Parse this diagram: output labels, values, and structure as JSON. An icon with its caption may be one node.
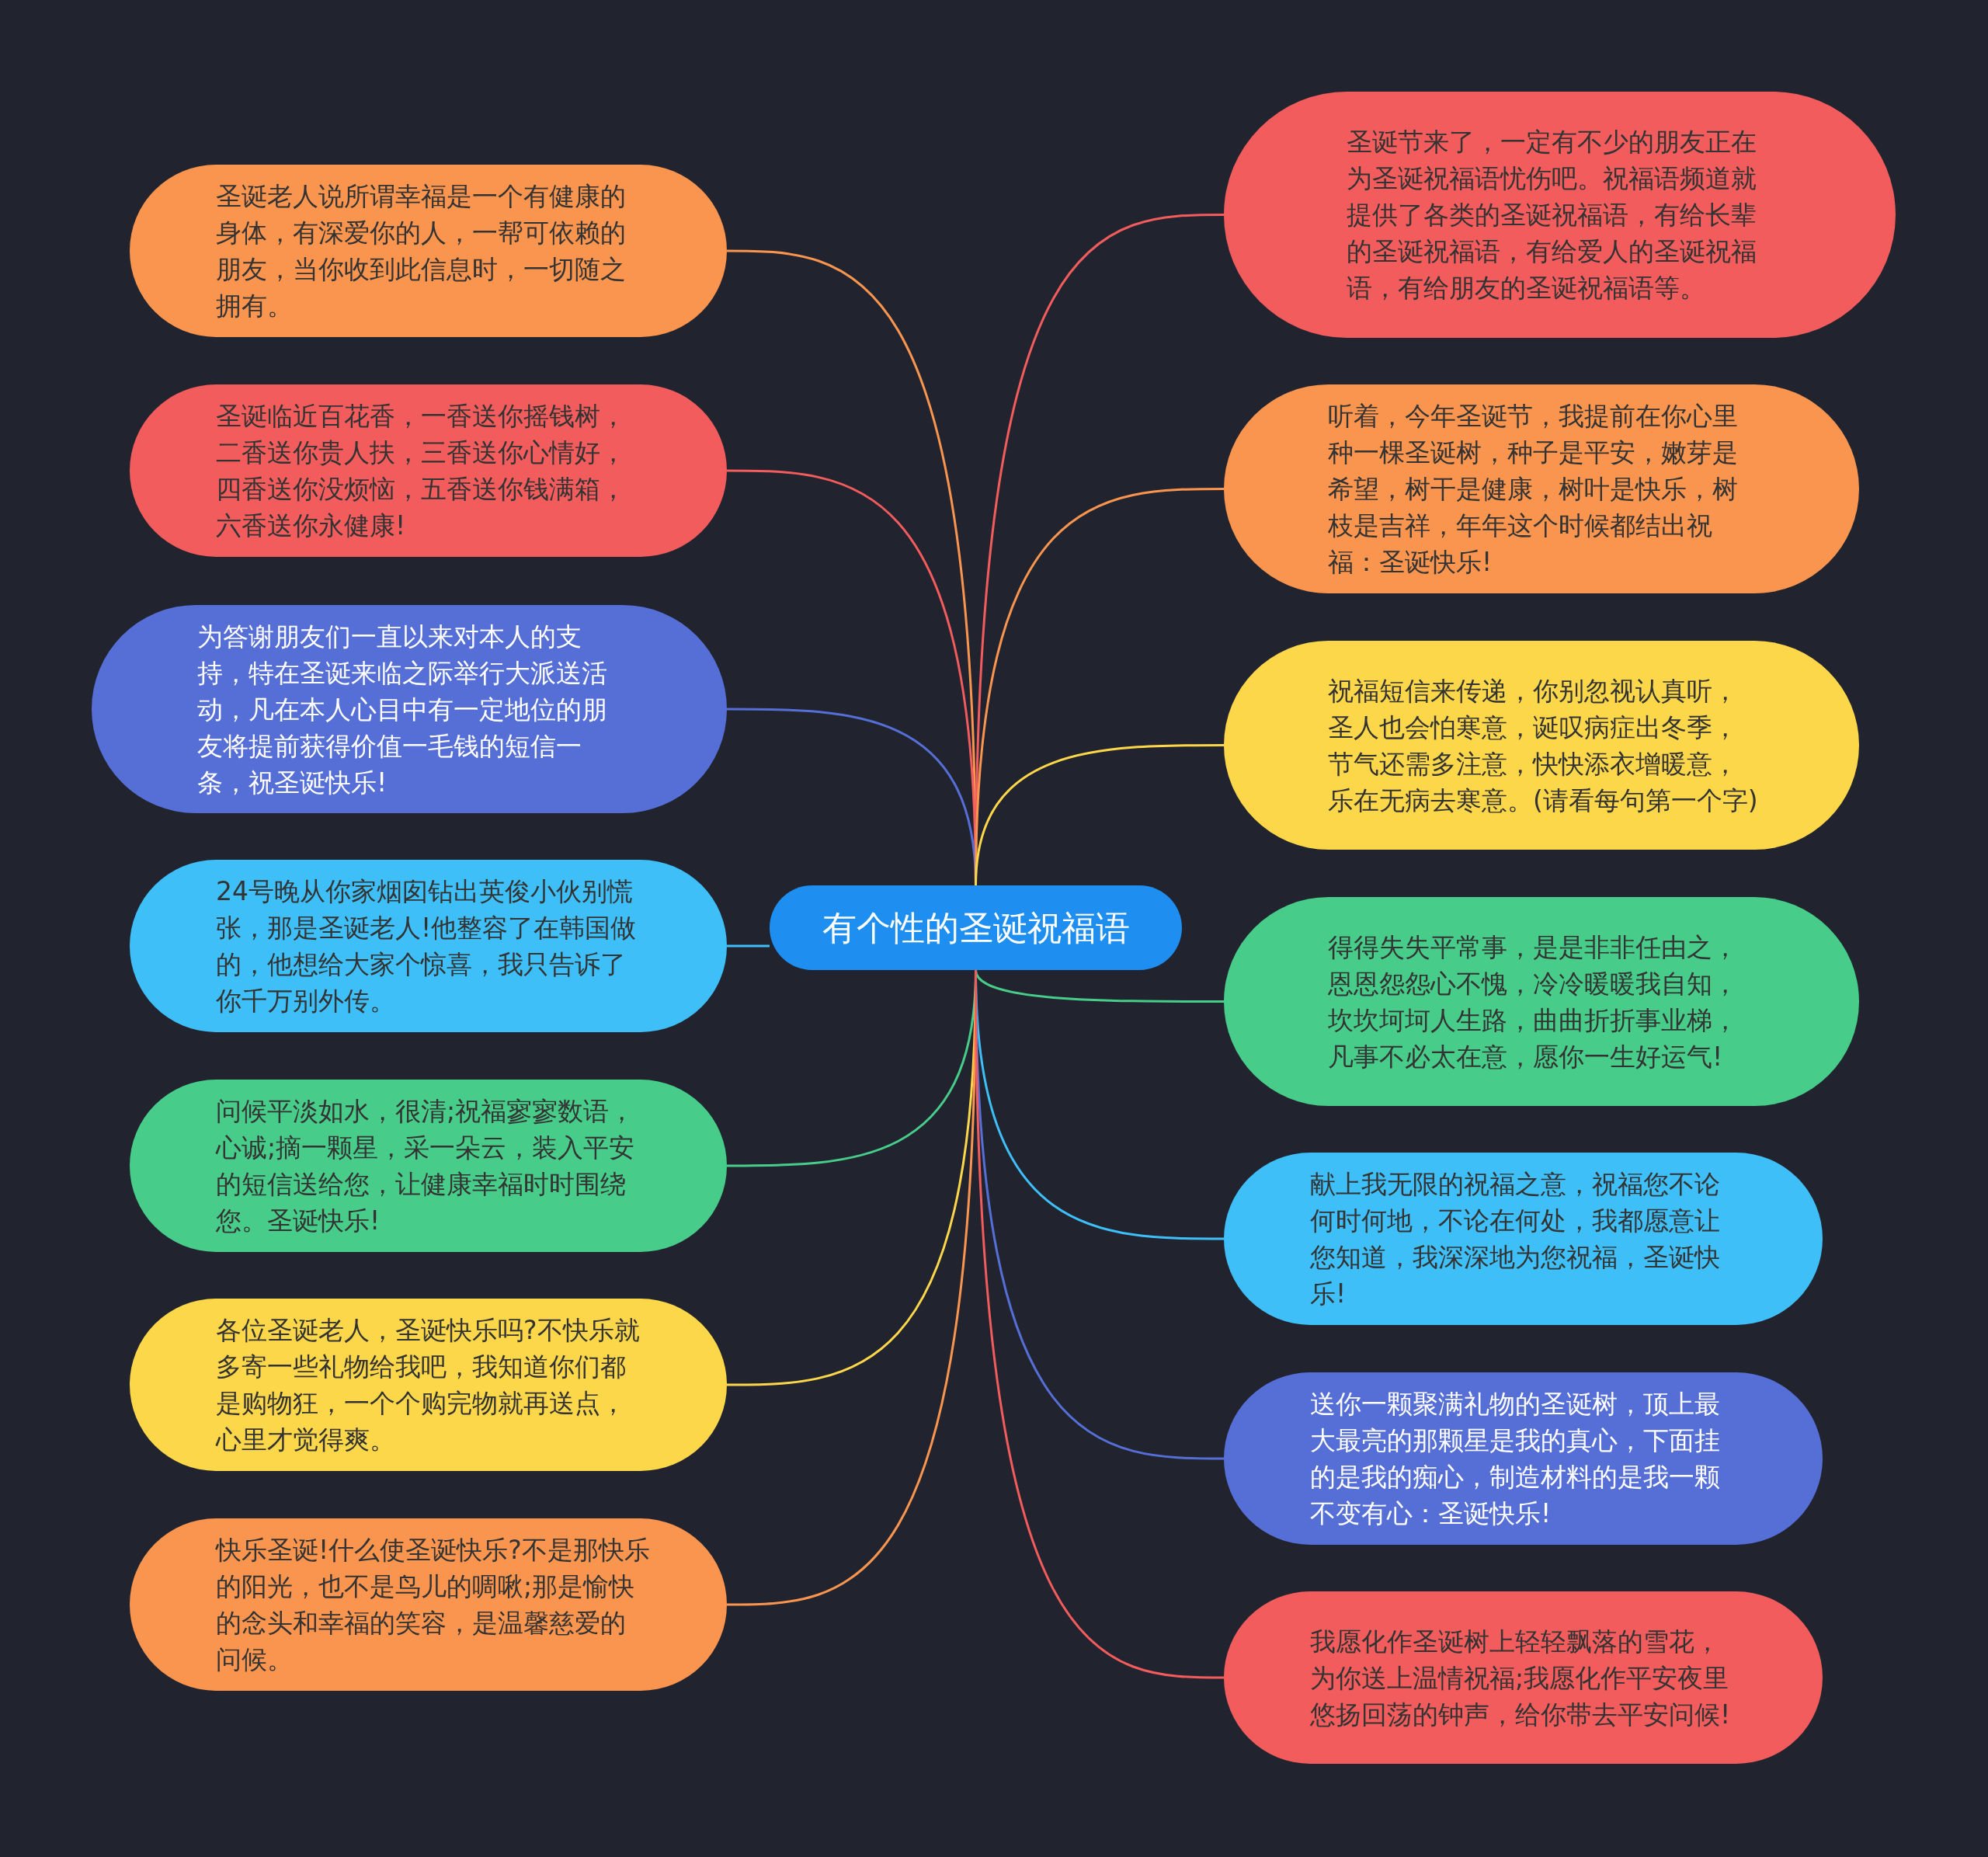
{
  "diagram": {
    "nodes": [
      {
        "text": [
          "有个性的圣诞祝福语"
        ]
      },
      {
        "text": [
          "圣诞老人说所谓幸福是一个有健康的身体，有深爱你的人，一帮可依赖的朋友，当你收到此信息时，一切随之拥有。"
        ]
      },
      {
        "text": [
          "圣诞临近百花香，一香送你摇钱树，二香送你贵人扶，三香送你心情好，四香送你没烦恼，五香送你钱满箱，六香送你永健康!"
        ]
      },
      {
        "text": [
          "为答谢朋友们一直以来对本人的支持，特在圣诞来临之际举行大派送活动，凡在本人心目中有一定地位的朋友将提前获得价值一毛钱的短信一条，祝圣诞快乐!"
        ]
      },
      {
        "text": [
          "24号晚从你家烟囱钻出英俊小伙别慌张，那是圣诞老人!他整容了在韩国做的，他想给大家个惊喜，我只告诉了你千万别外传。"
        ]
      },
      {
        "text": [
          "问候平淡如水，很清;祝福寥寥数语，心诚;摘一颗星，采一朵云，装入平安的短信送给您，让健康幸福时时围绕您。圣诞快乐!"
        ]
      },
      {
        "text": [
          "各位圣诞老人，圣诞快乐吗?不快乐就多寄一些礼物给我吧，我知道你们都是购物狂，一个个购完物就再送点，心里才觉得爽。"
        ]
      },
      {
        "text": [
          "快乐圣诞!什么使圣诞快乐?不是那快乐的阳光，也不是鸟儿的啁啾;那是愉快的念头和幸福的笑容，是温馨慈爱的问候。"
        ]
      },
      {
        "text": [
          "圣诞节来了，一定有不少的朋友正在为圣诞祝福语忧伤吧。祝福语频道就提供了各类的圣诞祝福语，有给长辈的圣诞祝福语，有给爱人的圣诞祝福语，有给朋友的圣诞祝福语等。"
        ]
      },
      {
        "text": [
          "听着，今年圣诞节，我提前在你心里种一棵圣诞树，种子是平安，嫩芽是希望，树干是健康，树叶是快乐，树枝是吉祥，年年这个时候都结出祝福：圣诞快乐!"
        ]
      },
      {
        "text": [
          "祝福短信来传递，你别忽视认真听，圣人也会怕寒意，诞叹病症出冬季，节气还需多注意，快快添衣增暖意，乐在无病去寒意。(请看每句第一个字)"
        ]
      },
      {
        "text": [
          "得得失失平常事，是是非非任由之，恩恩怨怨心不愧，冷冷暖暖我自知，坎坎坷坷人生路，曲曲折折事业梯，凡事不必太在意，愿你一生好运气!"
        ]
      },
      {
        "text": [
          "献上我无限的祝福之意，祝福您不论何时何地，不论在何处，我都愿意让您知道，我深深地为您祝福，圣诞快乐!"
        ]
      },
      {
        "text": [
          "送你一颗聚满礼物的圣诞树，顶上最大最亮的那颗星是我的真心，下面挂的是我的痴心，制造材料的是我一颗不变有心：圣诞快乐!"
        ]
      },
      {
        "text": [
          "我愿化作圣诞树上轻轻飘落的雪花，为你送上温情祝福;我愿化作平安夜里悠扬回荡的钟声，给你带去平安问候!"
        ]
      }
    ],
    "edges": [
      {
        "from": 0,
        "to": 1,
        "arrow": "none",
        "color": "#f9954e"
      },
      {
        "from": 0,
        "to": 2,
        "arrow": "none",
        "color": "#f25c5c"
      },
      {
        "from": 0,
        "to": 3,
        "arrow": "none",
        "color": "#566fd6"
      },
      {
        "from": 0,
        "to": 4,
        "arrow": "none",
        "color": "#3fbff8"
      },
      {
        "from": 0,
        "to": 5,
        "arrow": "none",
        "color": "#47cc8a"
      },
      {
        "from": 0,
        "to": 6,
        "arrow": "none",
        "color": "#fdd74a"
      },
      {
        "from": 0,
        "to": 7,
        "arrow": "none",
        "color": "#f9954e"
      },
      {
        "from": 0,
        "to": 8,
        "arrow": "none",
        "color": "#f25c5c"
      },
      {
        "from": 0,
        "to": 9,
        "arrow": "none",
        "color": "#f9954e"
      },
      {
        "from": 0,
        "to": 10,
        "arrow": "none",
        "color": "#fdd74a"
      },
      {
        "from": 0,
        "to": 11,
        "arrow": "none",
        "color": "#47cc8a"
      },
      {
        "from": 0,
        "to": 12,
        "arrow": "none",
        "color": "#3fbff8"
      },
      {
        "from": 0,
        "to": 13,
        "arrow": "none",
        "color": "#566fd6"
      },
      {
        "from": 0,
        "to": 14,
        "arrow": "none",
        "color": "#f25c5c"
      }
    ]
  }
}
